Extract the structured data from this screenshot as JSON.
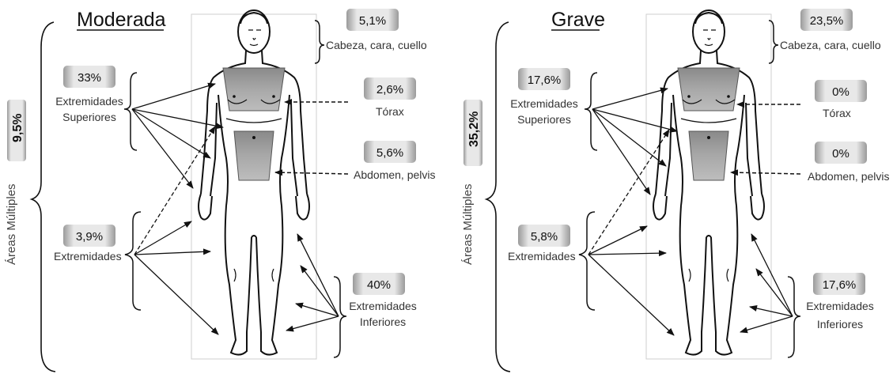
{
  "panels": [
    {
      "title": "Moderada",
      "multiple_areas_label": "Áreas Múltiples",
      "multiple_areas_value": "9,5%",
      "head": {
        "value": "5,1%",
        "label": "Cabeza, cara, cuello"
      },
      "upper_limbs": {
        "value": "33%",
        "label_line1": "Extremidades",
        "label_line2": "Superiores"
      },
      "thorax": {
        "value": "2,6%",
        "label": "Tórax"
      },
      "abdomen": {
        "value": "5,6%",
        "label": "Abdomen, pelvis"
      },
      "limbs": {
        "value": "3,9%",
        "label": "Extremidades"
      },
      "lower_limbs": {
        "value": "40%",
        "label_line1": "Extremidades",
        "label_line2": "Inferiores"
      }
    },
    {
      "title": "Grave",
      "multiple_areas_label": "Áreas Múltiples",
      "multiple_areas_value": "35,2%",
      "head": {
        "value": "23,5%",
        "label": "Cabeza, cara, cuello"
      },
      "upper_limbs": {
        "value": "17,6%",
        "label_line1": "Extremidades",
        "label_line2": "Superiores"
      },
      "thorax": {
        "value": "0%",
        "label": "Tórax"
      },
      "abdomen": {
        "value": "0%",
        "label": "Abdomen, pelvis"
      },
      "limbs": {
        "value": "5,8%",
        "label": "Extremidades"
      },
      "lower_limbs": {
        "value": "17,6%",
        "label_line1": "Extremidades",
        "label_line2": "Inferiores"
      }
    }
  ]
}
